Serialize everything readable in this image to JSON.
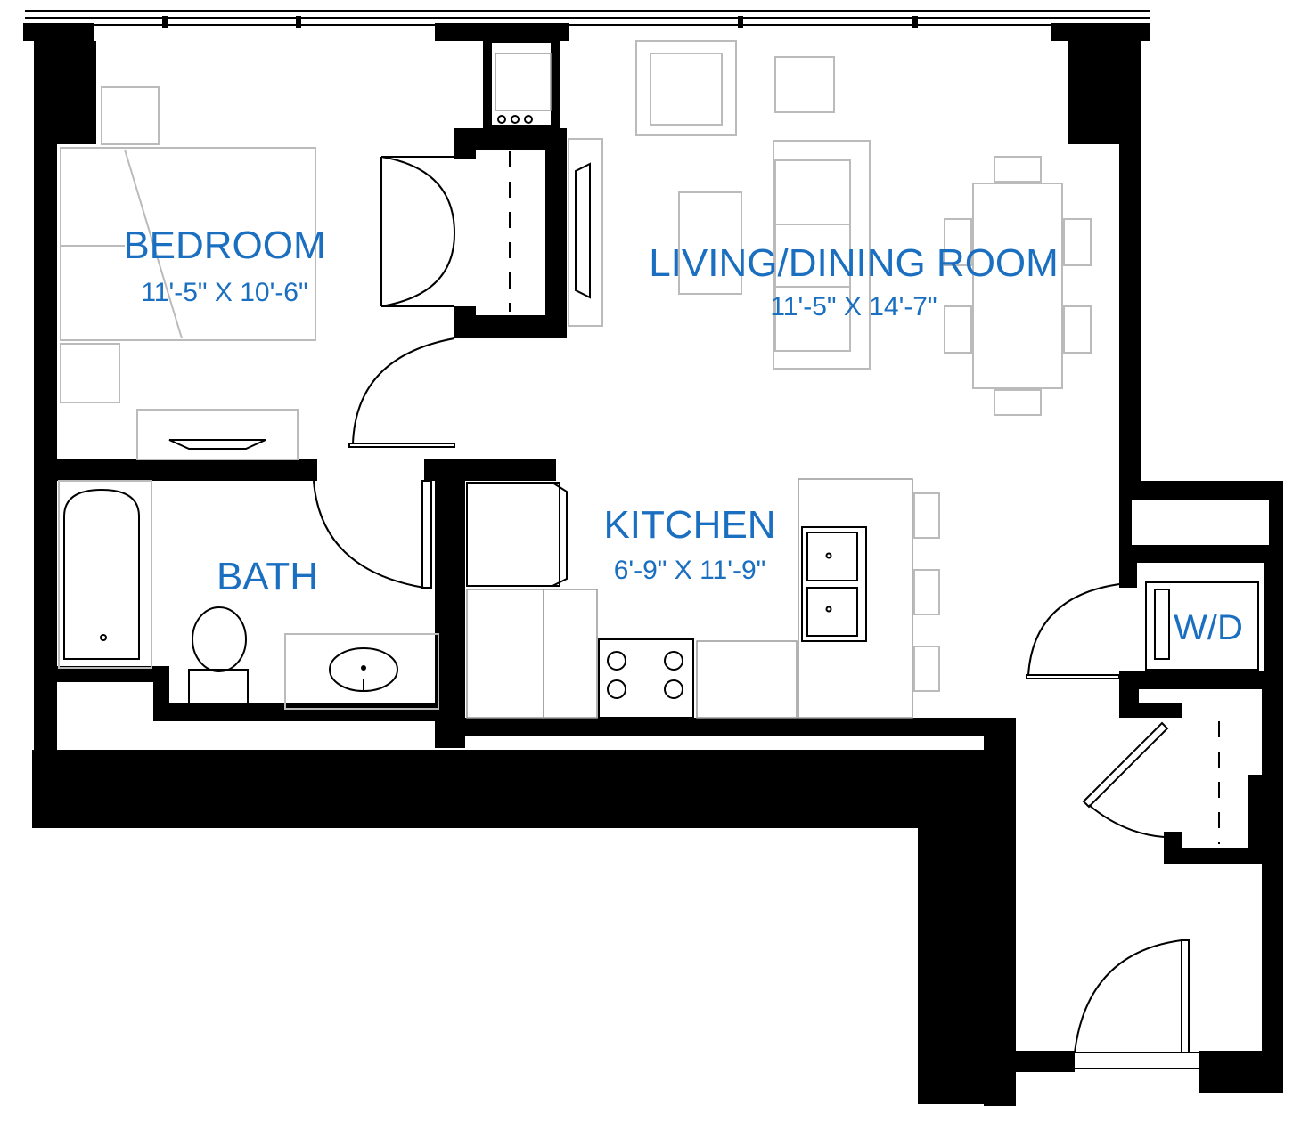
{
  "rooms": {
    "bedroom": {
      "name": "BEDROOM",
      "dimensions": "11'-5\" X 10'-6\""
    },
    "living_dining": {
      "name": "LIVING/DINING ROOM",
      "dimensions": "11'-5\" X 14'-7\""
    },
    "kitchen": {
      "name": "KITCHEN",
      "dimensions": "6'-9\" X 11'-9\""
    },
    "bath": {
      "name": "BATH"
    },
    "laundry": {
      "name": "W/D"
    }
  },
  "colors": {
    "label": "#1b6fc0",
    "wall": "#000000",
    "fixture": "#000000",
    "furniture": "#bbbbbb"
  }
}
